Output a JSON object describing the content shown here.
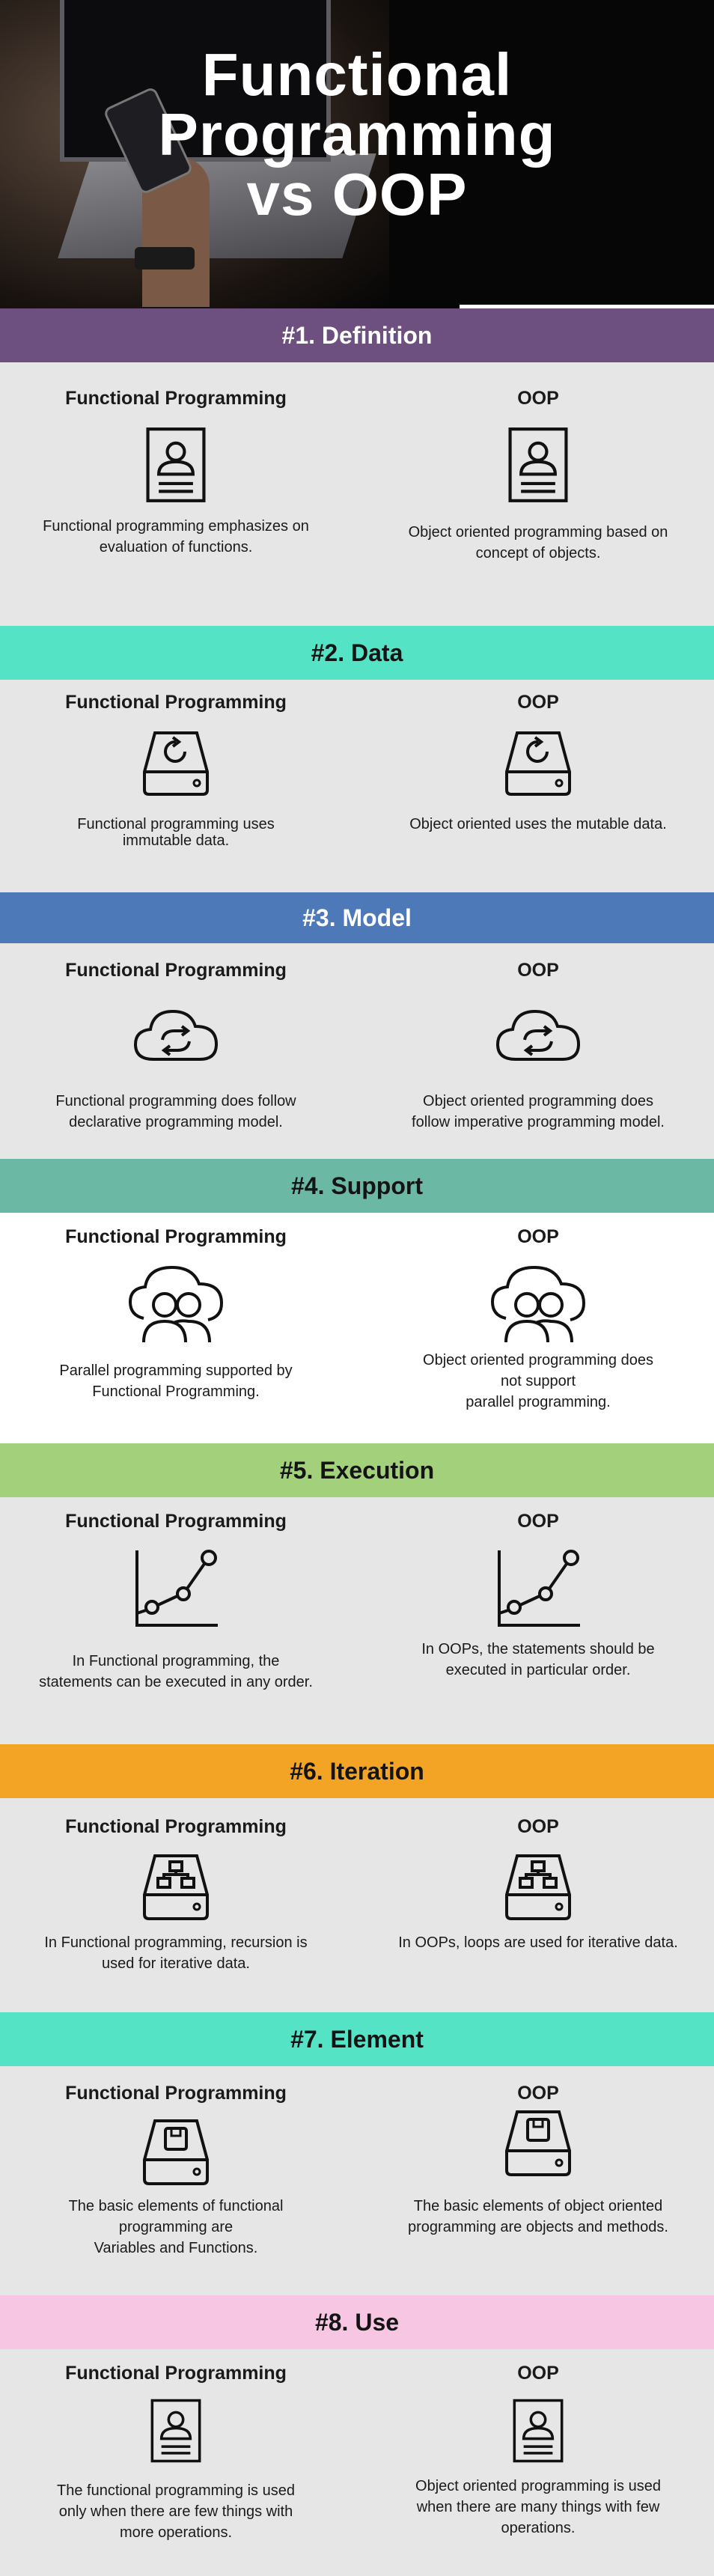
{
  "hero": {
    "title_line1": "Functional",
    "title_line2": "Programming",
    "title_line3": "vs OOP"
  },
  "sections": [
    {
      "title": "#1. Definition",
      "color": "#6d4f80",
      "left_title": "Functional Programming",
      "right_title": "OOP",
      "left_icon": "document-person-icon",
      "right_icon": "document-person-icon",
      "left_text": [
        "Functional programming emphasizes on",
        "evaluation of functions."
      ],
      "right_text": [
        "Object oriented programming based on",
        "concept of objects."
      ]
    },
    {
      "title": "#2. Data",
      "color": "#55e3c6",
      "left_title": "Functional Programming",
      "right_title": "OOP",
      "left_icon": "drive-refresh-icon",
      "right_icon": "drive-refresh-icon",
      "left_text": [
        "Functional programming uses",
        "immutable data."
      ],
      "right_text": [
        "Object oriented uses the mutable data."
      ]
    },
    {
      "title": "#3. Model",
      "color": "#4d79b8",
      "left_title": "Functional Programming",
      "right_title": "OOP",
      "left_icon": "cloud-sync-icon",
      "right_icon": "cloud-sync-icon",
      "left_text": [
        "Functional programming does follow",
        "declarative programming model."
      ],
      "right_text": [
        "Object oriented programming does",
        "follow imperative programming model."
      ]
    },
    {
      "title": "#4. Support",
      "color": "#6bb8a5",
      "left_title": "Functional Programming",
      "right_title": "OOP",
      "left_icon": "cloud-users-icon",
      "right_icon": "cloud-users-icon",
      "left_text": [
        "Parallel programming supported by",
        "Functional Programming."
      ],
      "right_text": [
        "Object oriented programming does",
        "not support",
        "parallel programming."
      ]
    },
    {
      "title": "#5. Execution",
      "color": "#a3d07b",
      "left_title": "Functional Programming",
      "right_title": "OOP",
      "left_icon": "line-graph-icon",
      "right_icon": "line-graph-icon",
      "left_text": [
        "In Functional programming, the",
        "statements can be executed in any order."
      ],
      "right_text": [
        "In OOPs, the statements should be",
        "executed in particular order."
      ]
    },
    {
      "title": "#6. Iteration",
      "color": "#f3a425",
      "left_title": "Functional Programming",
      "right_title": "OOP",
      "left_icon": "drive-network-icon",
      "right_icon": "drive-network-icon",
      "left_text": [
        "In Functional programming, recursion is",
        "used for iterative data."
      ],
      "right_text": [
        "In OOPs, loops are used for iterative data."
      ]
    },
    {
      "title": "#7. Element",
      "color": "#55e3c6",
      "left_title": "Functional Programming",
      "right_title": "OOP",
      "left_icon": "drive-save-icon",
      "right_icon": "drive-save-icon",
      "left_text": [
        "The basic elements of functional",
        "programming are",
        "Variables and Functions."
      ],
      "right_text": [
        "The basic elements of object oriented",
        "programming are objects and methods."
      ]
    },
    {
      "title": "#8. Use",
      "color": "#f7c6e2",
      "left_title": "Functional Programming",
      "right_title": "OOP",
      "left_icon": "document-person-icon",
      "right_icon": "document-person-icon",
      "left_text": [
        "The functional programming is used",
        "only when there are few things with",
        "more operations."
      ],
      "right_text": [
        "Object oriented programming is used",
        "when there are many things with few",
        "operations."
      ]
    }
  ]
}
